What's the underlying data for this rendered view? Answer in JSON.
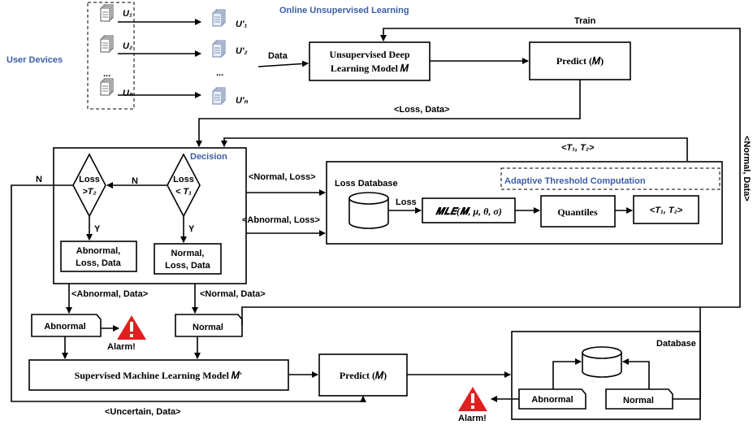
{
  "titles": {
    "online": "Online Unsupervised Learning",
    "user_devices": "User Devices",
    "decision": "Decision",
    "adaptive": "Adaptive Threshold Computation",
    "loss_db": "Loss Database",
    "database": "Database"
  },
  "devices": {
    "u1": "U₁",
    "u2": "U₂",
    "un": "Uₙ",
    "up1": "U'₁",
    "up2": "U'₂",
    "upn": "U'ₙ",
    "dots1": "...",
    "dots2": "..."
  },
  "boxes": {
    "unsup_line1": "Unsupervised Deep",
    "unsup_line2": "Learning Model 𝑀",
    "predict_top": "Predict (𝑀)",
    "loss_gt": "Loss",
    "loss_gt2": ">T₂",
    "loss_lt": "Loss",
    "loss_lt2": "< T₁",
    "abnormal_box_1": "Abnormal,",
    "abnormal_box_2": "Loss, Data",
    "normal_box_1": "Normal,",
    "normal_box_2": "Loss, Data",
    "mle": "𝑴𝑳𝑬(𝑴, μ, θ, σ)",
    "quantiles": "Quantiles",
    "t1t2_box": "<T₁, T₂>",
    "abnormal_doc": "Abnormal",
    "normal_doc": "Normal",
    "supervised": "Supervised Machine Learning Model  𝑀′",
    "predict_bottom": "Predict (𝑀)",
    "db_abnormal": "Abnormal",
    "db_normal": "Normal"
  },
  "labels": {
    "data": "Data",
    "train": "Train",
    "loss_data": "<Loss, Data>",
    "t1t2": "<T₁, T₂>",
    "normal_data_side": "<Normal, Data>",
    "n1": "N",
    "n2": "N",
    "y1": "Y",
    "y2": "Y",
    "normal_loss": "<Normal, Loss>",
    "abnormal_loss": "<Abnormal, Loss>",
    "loss_arrow": "Loss",
    "abnormal_data": "<Abnormal, Data>",
    "normal_data": "<Normal, Data>",
    "alarm1": "Alarm!",
    "alarm2": "Alarm!",
    "uncertain_data": "<Uncertain, Data>"
  },
  "colors": {
    "accent": "#3b5ea8",
    "alarm": "#e02020"
  },
  "icons": [
    "document-stack-icon",
    "alarm-icon",
    "database-cylinder-icon"
  ]
}
